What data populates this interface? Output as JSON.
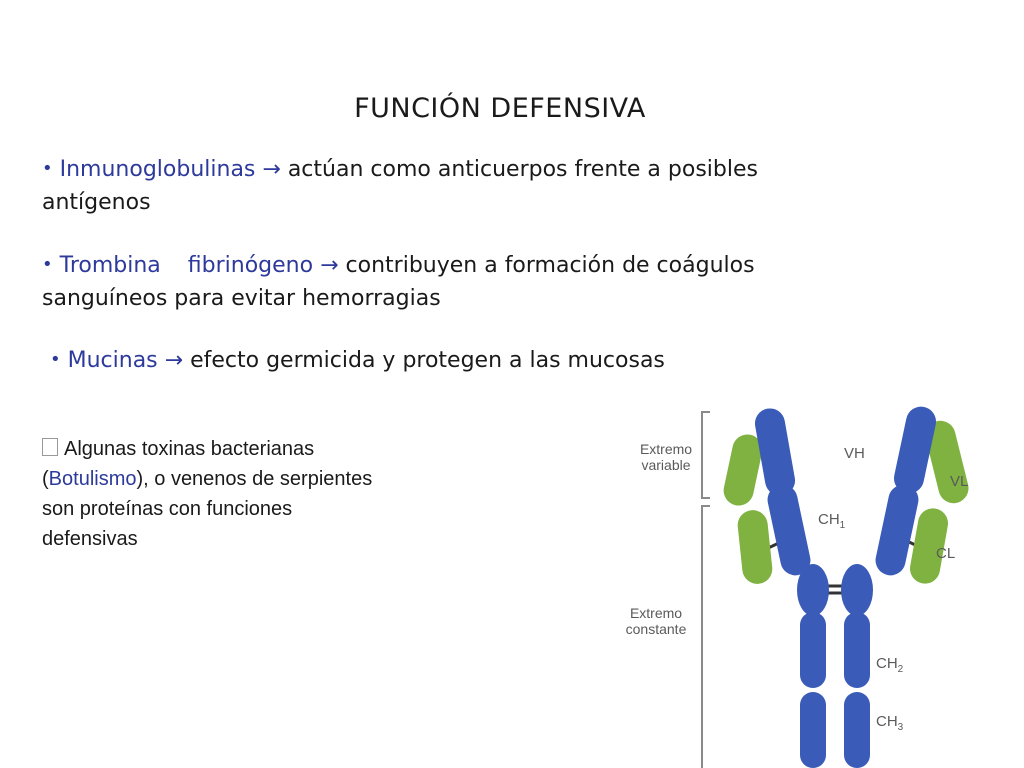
{
  "title": "FUNCIÓN DEFENSIVA",
  "bullets": {
    "b1": {
      "bullet": "•",
      "term": "Inmunoglobulinas",
      "arrow": "→",
      "line1": "actúan como anticuerpos frente a posibles",
      "line2": "antígenos"
    },
    "b2": {
      "bullet": "•",
      "term1": "Trombina",
      "term2": "fibrinógeno",
      "arrow": "→",
      "line1": "contribuyen a formación de coágulos",
      "line2": "sanguíneos para evitar hemorragias"
    },
    "b3": {
      "bullet": "•",
      "term": "Mucinas",
      "arrow": "→",
      "text": "efecto germicida y protegen a las mucosas"
    }
  },
  "note": {
    "line1": "Algunas toxinas bacterianas",
    "paren_open": "(",
    "term": "Botulismo",
    "line2_rest": "), o venenos de serpientes",
    "line3": "son proteínas con funciones",
    "line4": "defensivas"
  },
  "diagram": {
    "extremo_variable_1": "Extremo",
    "extremo_variable_2": "variable",
    "extremo_constante_1": "Extremo",
    "extremo_constante_2": "constante",
    "vh": "VH",
    "vl": "VL",
    "ch1": "CH",
    "ch1_sub": "1",
    "cl": "CL",
    "ch2": "CH",
    "ch2_sub": "2",
    "ch3": "CH",
    "ch3_sub": "3",
    "colors": {
      "heavy": "#3a5bb8",
      "light": "#7fb241",
      "bracket": "#8a8a8a"
    }
  }
}
